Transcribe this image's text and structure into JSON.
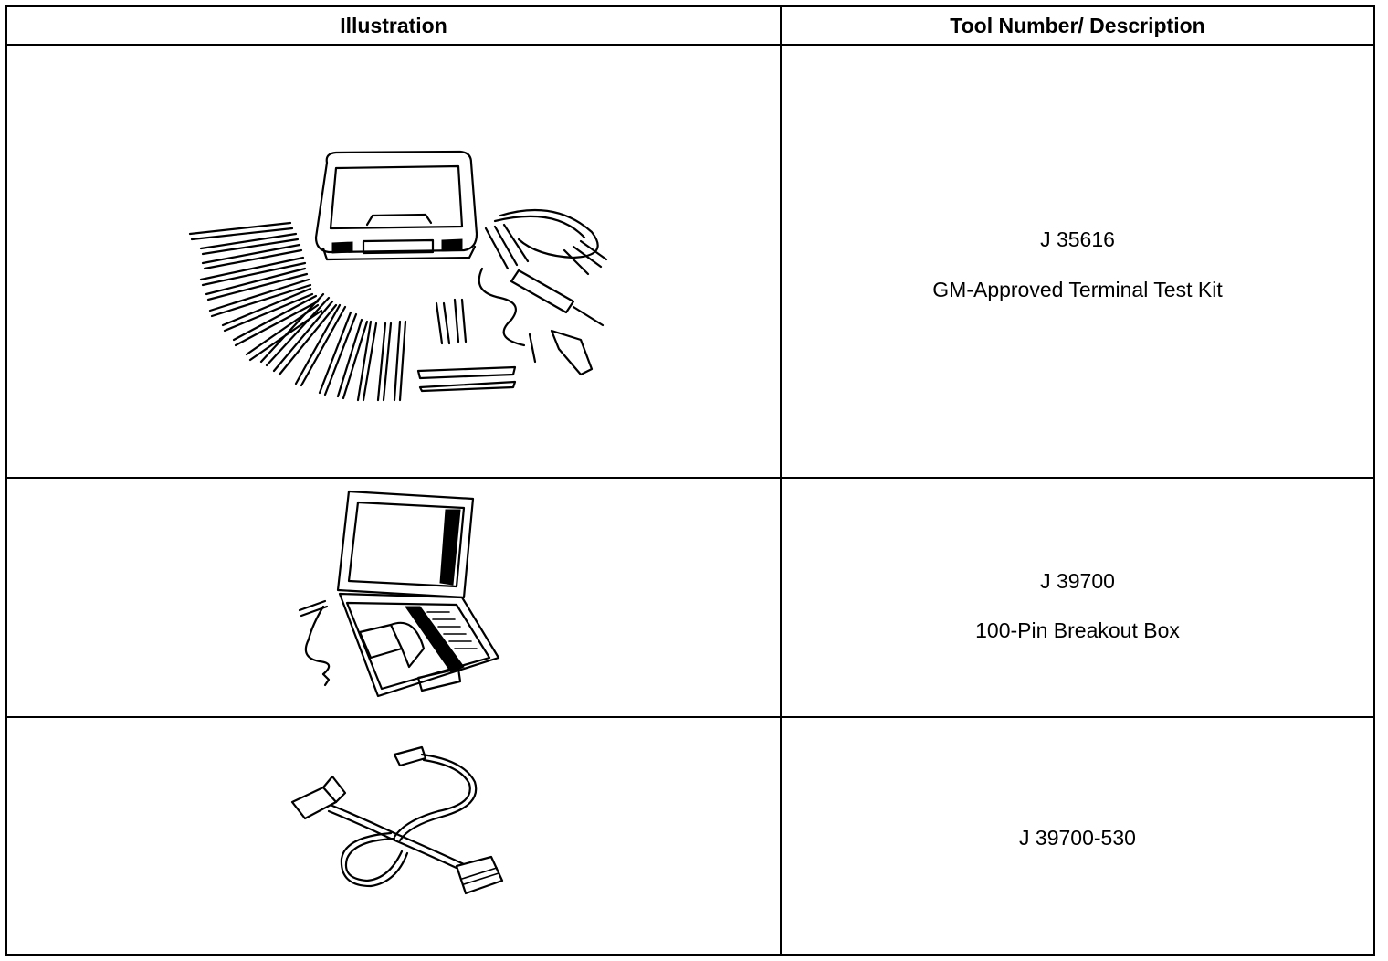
{
  "table": {
    "headers": {
      "illustration": "Illustration",
      "description": "Tool Number/ Description"
    },
    "rows": [
      {
        "tool_number": "J 35616",
        "description": "GM-Approved Terminal Test Kit",
        "icon": "terminal-test-kit-illustration"
      },
      {
        "tool_number": "J 39700",
        "description": "100-Pin Breakout Box",
        "icon": "breakout-box-illustration"
      },
      {
        "tool_number": "J 39700-530",
        "description": "",
        "icon": "adapter-harness-illustration"
      }
    ]
  }
}
